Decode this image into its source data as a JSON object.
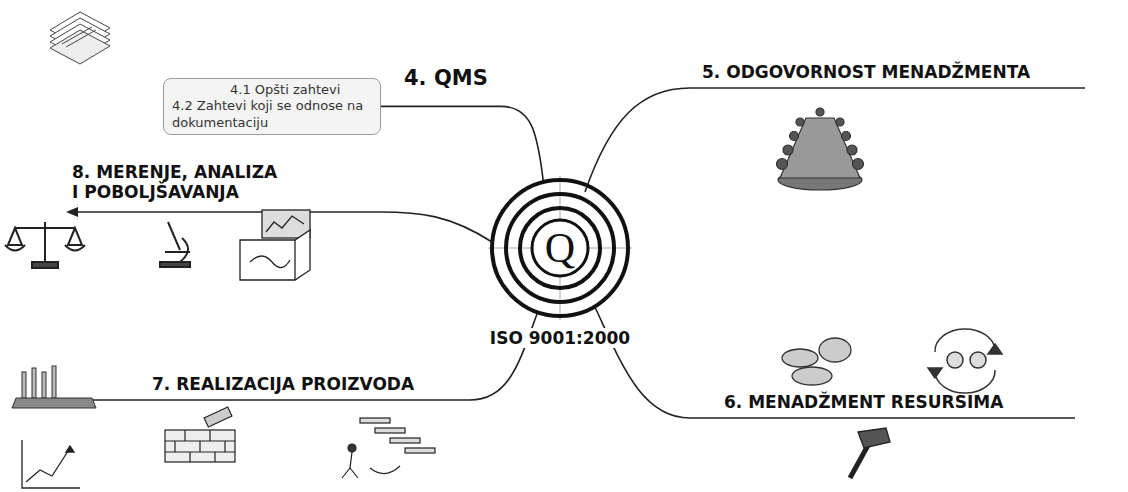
{
  "diagram": {
    "nodes": [
      {
        "text": [
          "Q",
          "ISO 9001:2000"
        ]
      },
      {
        "text": [
          "4.1 Opšti zahtevi",
          "4.2 Zahtevi koji se odnose na dokumentaciju"
        ]
      }
    ],
    "edges": [
      {
        "from": 1,
        "to": 0,
        "arrow": "none"
      }
    ],
    "labels": [
      "4. QMS",
      "5. ODGOVORNOST MENADŽMENTA",
      "6. MENADŽMENT RESURSIMA",
      "7. REALIZACIJA PROIZVODA",
      "8. MERENJE, ANALIZA I POBOLJŠAVANJA"
    ]
  }
}
